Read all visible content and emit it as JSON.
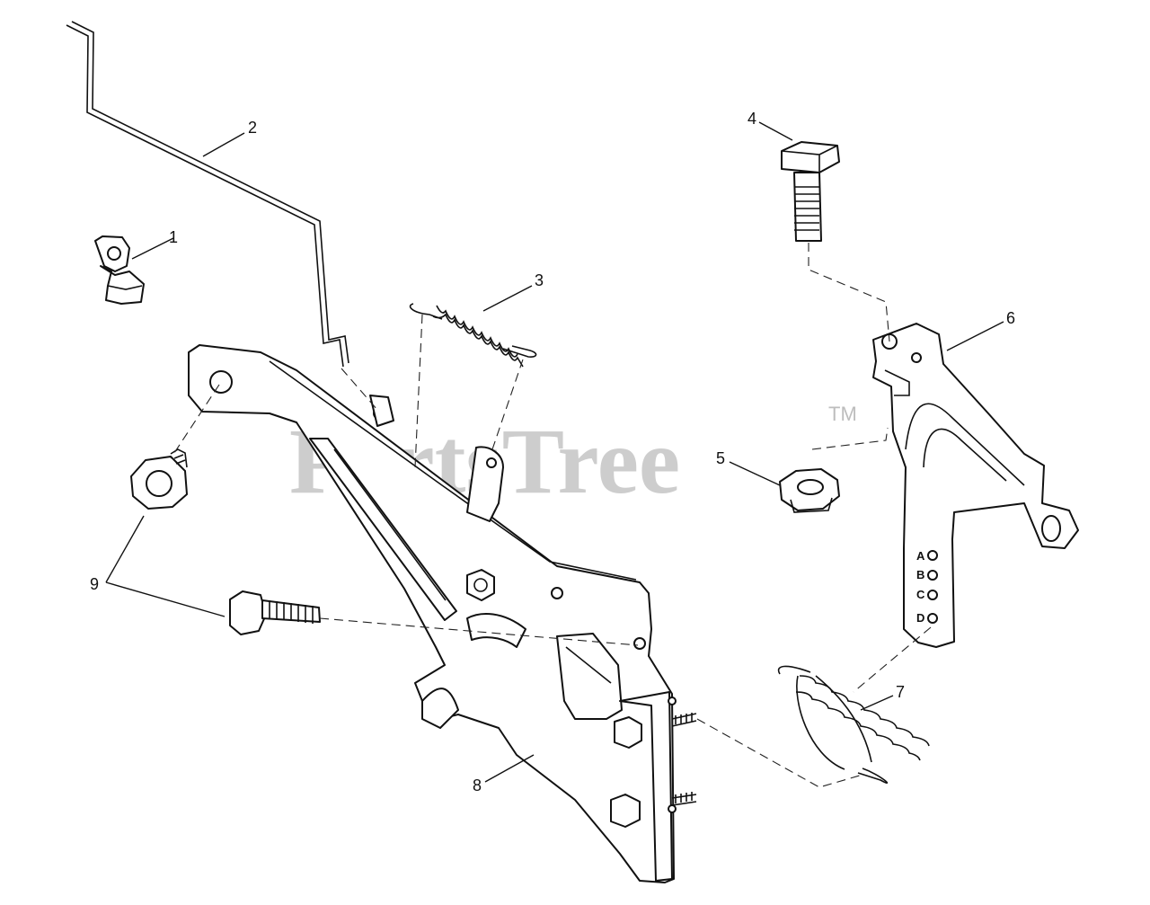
{
  "watermark": {
    "brand": "PartsTree",
    "mark": "TM"
  },
  "callouts": [
    {
      "id": "1",
      "label": "1"
    },
    {
      "id": "2",
      "label": "2"
    },
    {
      "id": "3",
      "label": "3"
    },
    {
      "id": "4",
      "label": "4"
    },
    {
      "id": "5",
      "label": "5"
    },
    {
      "id": "6",
      "label": "6"
    },
    {
      "id": "7",
      "label": "7"
    },
    {
      "id": "8",
      "label": "8"
    },
    {
      "id": "9",
      "label": "9"
    }
  ],
  "throttle_plate_holes": [
    "A",
    "B",
    "C",
    "D"
  ]
}
